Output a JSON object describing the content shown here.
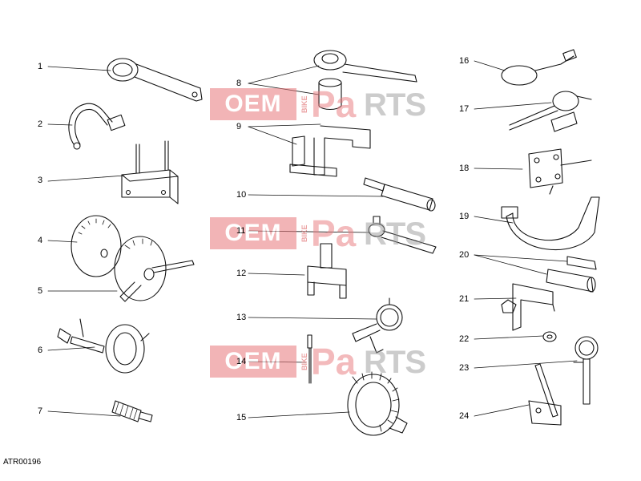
{
  "diagram": {
    "reference_code": "ATR00196",
    "callouts": [
      "1",
      "2",
      "3",
      "4",
      "5",
      "6",
      "7",
      "8",
      "9",
      "10",
      "11",
      "12",
      "13",
      "14",
      "15",
      "16",
      "17",
      "18",
      "19",
      "20",
      "21",
      "22",
      "23",
      "24"
    ]
  },
  "watermark": {
    "oem": "OEM",
    "bike": "BIKE",
    "pa": "Pa",
    "rts": "RTS"
  }
}
